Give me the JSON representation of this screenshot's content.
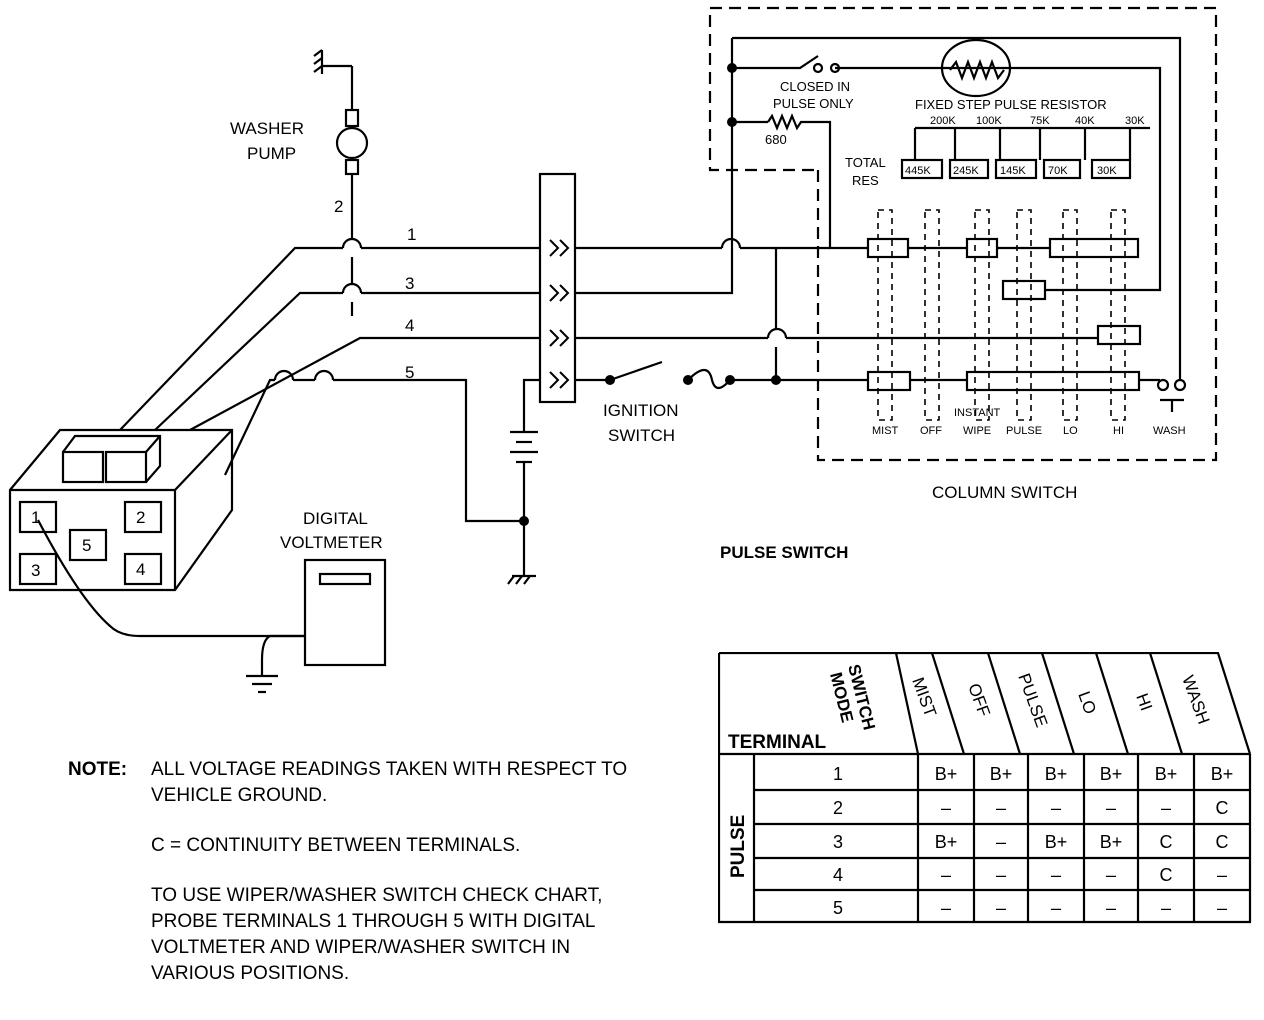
{
  "labels": {
    "washer_pump": [
      "WASHER",
      "PUMP"
    ],
    "digital_voltmeter": [
      "DIGITAL",
      "VOLTMETER"
    ],
    "ignition_switch": [
      "IGNITION",
      "SWITCH"
    ],
    "column_switch": "COLUMN SWITCH",
    "pulse_switch": "PULSE SWITCH",
    "closed_in_pulse_only": [
      "CLOSED IN",
      "PULSE ONLY"
    ],
    "fixed_step_pulse_resistor": "FIXED STEP PULSE RESISTOR",
    "total_res": [
      "TOTAL",
      "RES"
    ],
    "resistor_680": "680",
    "wire_numbers": [
      "2",
      "1",
      "3",
      "4",
      "5"
    ],
    "step_values": [
      "200K",
      "100K",
      "75K",
      "40K",
      "30K"
    ],
    "total_values": [
      "445K",
      "245K",
      "145K",
      "70K",
      "30K"
    ],
    "switch_positions": [
      "MIST",
      "OFF",
      "INSTANT",
      "WIPE",
      "PULSE",
      "LO",
      "HI",
      "WASH"
    ],
    "connector_terminals": [
      "1",
      "2",
      "5",
      "3",
      "4"
    ]
  },
  "note": {
    "label": "NOTE:",
    "paragraphs": [
      "ALL VOLTAGE READINGS TAKEN WITH RESPECT TO VEHICLE GROUND.",
      "C = CONTINUITY BETWEEN TERMINALS.",
      "TO USE WIPER/WASHER SWITCH CHECK CHART, PROBE TERMINALS 1 THROUGH 5 WITH DIGITAL VOLTMETER AND WIPER/WASHER SWITCH IN VARIOUS POSITIONS."
    ]
  },
  "table": {
    "terminal_header": "TERMINAL",
    "switch_mode_header": [
      "SWITCH",
      "MODE"
    ],
    "row_group_label": "PULSE",
    "modes": [
      "MIST",
      "OFF",
      "PULSE",
      "LO",
      "HI",
      "WASH"
    ],
    "rows": [
      {
        "terminal": "1",
        "values": [
          "B+",
          "B+",
          "B+",
          "B+",
          "B+",
          "B+"
        ]
      },
      {
        "terminal": "2",
        "values": [
          "–",
          "–",
          "–",
          "–",
          "–",
          "C"
        ]
      },
      {
        "terminal": "3",
        "values": [
          "B+",
          "–",
          "B+",
          "B+",
          "C",
          "C"
        ]
      },
      {
        "terminal": "4",
        "values": [
          "–",
          "–",
          "–",
          "–",
          "C",
          "–"
        ]
      },
      {
        "terminal": "5",
        "values": [
          "–",
          "–",
          "–",
          "–",
          "–",
          "–"
        ]
      }
    ]
  }
}
